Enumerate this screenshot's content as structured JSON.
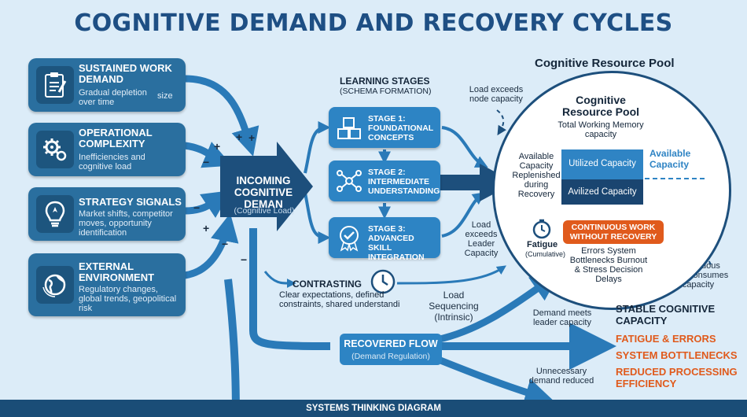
{
  "title": "COGNITIVE DEMAND AND RECOVERY CYCLES",
  "inputs": [
    {
      "title": "SUSTAINED WORK DEMAND",
      "subtitle": "Gradual depletion over time",
      "extra": "size",
      "icon": "clipboard-icon"
    },
    {
      "title": "OPERATIONAL COMPLEXITY",
      "subtitle": "Inefficiencies and cognitive load",
      "icon": "gears-icon"
    },
    {
      "title": "STRATEGY SIGNALS",
      "subtitle": "Market shifts, competitor moves, opportunity identification",
      "icon": "lightbulb-compass-icon"
    },
    {
      "title": "EXTERNAL ENVIRONMENT",
      "subtitle": "Regulatory changes, global trends, geopolitical risk",
      "icon": "globe-icon"
    }
  ],
  "signs": {
    "plus": "+",
    "minus": "−"
  },
  "incoming": {
    "title": "INCOMING COGNITIVE DEMAN",
    "subtitle": "(Cognitive Load)"
  },
  "learning": {
    "title": "LEARNING STAGES",
    "subtitle": "(SCHEMA FORMATION)",
    "stages": [
      {
        "label": "STAGE 1: FOUNDATIONAL CONCEPTS",
        "icon": "blocks-icon"
      },
      {
        "label": "STAGE 2: INTERMEDIATE UNDERSTANDING",
        "icon": "network-icon"
      },
      {
        "label": "STAGE 3: ADVANCED SKILL INTEGRATION",
        "icon": "badge-check-icon"
      }
    ]
  },
  "contrasting": {
    "title": "CONTRASTING",
    "subtitle": "Clear expectations, defined constraints, shared understandi",
    "icon": "clock-icon"
  },
  "labels": {
    "load_exceeds_node": "Load exceeds node capacity",
    "load_exceeds_leader": "Load exceeds Leader Capacity",
    "load_sequencing": "Load Sequencing (Intrinsic)",
    "demand_meets": "Demand meets leader capacity",
    "unnecessary": "Unnecessary demand reduced",
    "continuous_consumes": "Continuous work consumes capacity"
  },
  "pool": {
    "heading": "Cognitive Resource Pool",
    "title": "Cognitive Resource Pool",
    "subtitle": "Total Working Memory capacity",
    "available_note": "Available Capacity Replenished during Recovery",
    "utilized": "Utilized Capacity",
    "avilized": "Avilized Capacity",
    "available": "Available Capacity",
    "continuous": "CONTINUOUS WORK WITHOUT RECOVERY",
    "fatigue": "Fatigue",
    "fatigue_sub": "(Cumulative)",
    "errors": "Errors System Bottlenecks Burnout & Stress Decision Delays",
    "colors": {
      "utilized": "#2f84c4",
      "avilized": "#1a4570",
      "alert": "#e05a1c"
    }
  },
  "recovered": {
    "title": "RECOVERED FLOW",
    "subtitle": "(Demand Regulation)"
  },
  "outcomes": {
    "stable": "STABLE COGNITIVE CAPACITY",
    "items": [
      "FATIGUE & ERRORS",
      "SYSTEM BOTTLENECKS",
      "REDUCED PROCESSING EFFICIENCY"
    ]
  },
  "footer": "SYSTEMS THINKING DIAGRAM"
}
